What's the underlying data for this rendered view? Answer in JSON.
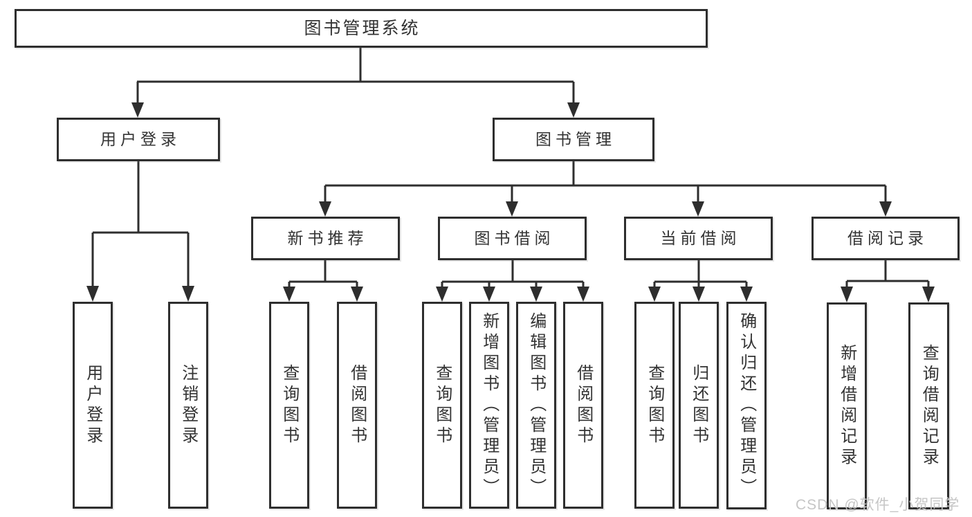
{
  "diagram": {
    "root": {
      "label": "图书管理系统"
    },
    "level2": [
      {
        "label": "用户登录"
      },
      {
        "label": "图书管理"
      }
    ],
    "level3": [
      {
        "label": "新书推荐"
      },
      {
        "label": "图书借阅"
      },
      {
        "label": "当前借阅"
      },
      {
        "label": "借阅记录"
      }
    ],
    "leaves": [
      {
        "label": "用户登录"
      },
      {
        "label": "注销登录"
      },
      {
        "label": "查询图书"
      },
      {
        "label": "借阅图书"
      },
      {
        "label": "查询图书"
      },
      {
        "label": "新增图书（管理员）"
      },
      {
        "label": "编辑图书（管理员）"
      },
      {
        "label": "借阅图书"
      },
      {
        "label": "查询图书"
      },
      {
        "label": "归还图书"
      },
      {
        "label": "确认归还（管理员）"
      },
      {
        "label": "新增借阅记录"
      },
      {
        "label": "查询借阅记录"
      }
    ],
    "watermark": {
      "text": "CSDN @软件_小贺同学"
    },
    "colors": {
      "line": "#2e2e2e",
      "text": "#333333",
      "watermark": "#c6c6c6",
      "background": "#ffffff"
    }
  }
}
